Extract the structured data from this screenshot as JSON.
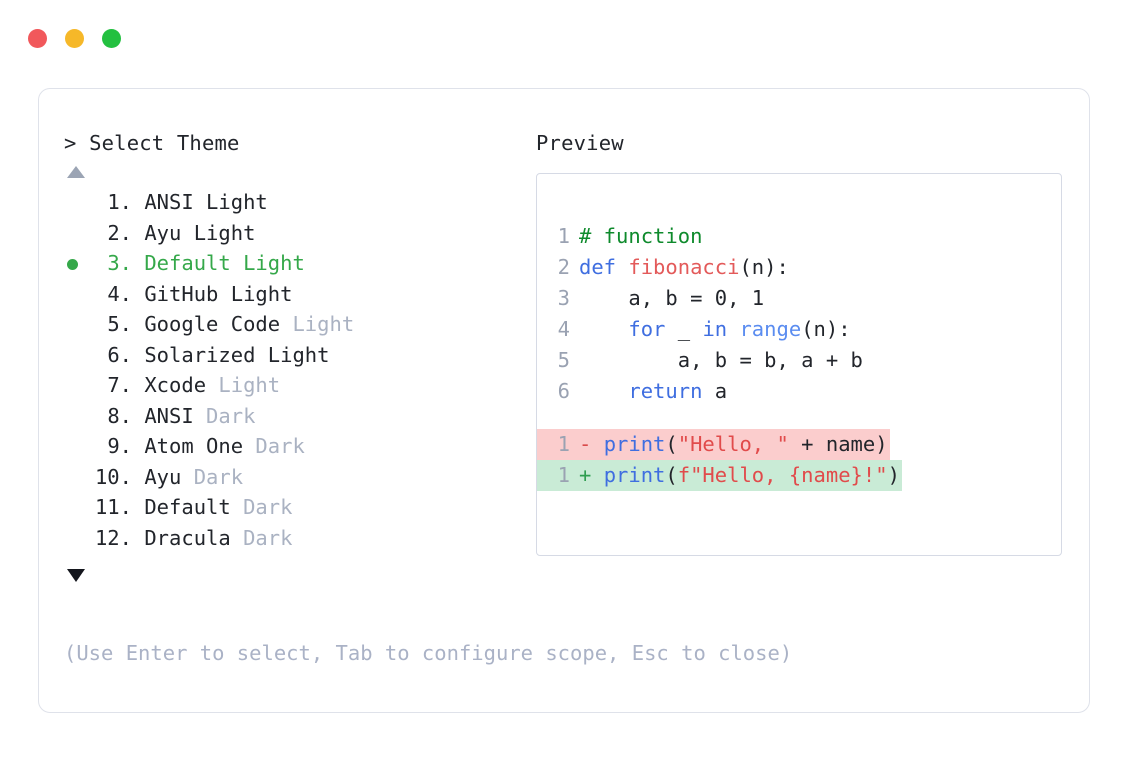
{
  "window": {
    "traffic_lights": [
      {
        "name": "close",
        "color": "#f1585b"
      },
      {
        "name": "minimize",
        "color": "#f6b829"
      },
      {
        "name": "maximize",
        "color": "#23c040"
      }
    ]
  },
  "left": {
    "header": "> Select Theme",
    "scroll_up_icon": "triangle-up-icon",
    "scroll_down_icon": "triangle-down-icon",
    "selected_index": 3,
    "selected_color": "#35a84a",
    "muted_color": "#aab2c2",
    "items": [
      {
        "index": "1.",
        "name": "ANSI",
        "variant": " Light",
        "variant_muted": false
      },
      {
        "index": "2.",
        "name": "Ayu",
        "variant": " Light",
        "variant_muted": false
      },
      {
        "index": "3.",
        "name": "Default",
        "variant": " Light",
        "variant_muted": false
      },
      {
        "index": "4.",
        "name": "GitHub",
        "variant": " Light",
        "variant_muted": false
      },
      {
        "index": "5.",
        "name": "Google Code",
        "variant": " Light",
        "variant_muted": true
      },
      {
        "index": "6.",
        "name": "Solarized",
        "variant": " Light",
        "variant_muted": false
      },
      {
        "index": "7.",
        "name": "Xcode",
        "variant": " Light",
        "variant_muted": true
      },
      {
        "index": "8.",
        "name": "ANSI",
        "variant": " Dark",
        "variant_muted": true
      },
      {
        "index": "9.",
        "name": "Atom One",
        "variant": " Dark",
        "variant_muted": true
      },
      {
        "index": "10.",
        "name": "Ayu",
        "variant": " Dark",
        "variant_muted": true
      },
      {
        "index": "11.",
        "name": "Default",
        "variant": " Dark",
        "variant_muted": true
      },
      {
        "index": "12.",
        "name": "Dracula",
        "variant": " Dark",
        "variant_muted": true
      }
    ]
  },
  "right": {
    "header": "Preview",
    "code": {
      "lines": [
        {
          "ln": "1",
          "tokens": [
            {
              "t": "# function",
              "c": "tok-comment"
            }
          ]
        },
        {
          "ln": "2",
          "tokens": [
            {
              "t": "def ",
              "c": "tok-keyword"
            },
            {
              "t": "fibonacci",
              "c": "tok-func"
            },
            {
              "t": "(n):",
              "c": "tok-plain"
            }
          ]
        },
        {
          "ln": "3",
          "tokens": [
            {
              "t": "    a, b = 0, 1",
              "c": "tok-plain"
            }
          ]
        },
        {
          "ln": "4",
          "tokens": [
            {
              "t": "    ",
              "c": "tok-plain"
            },
            {
              "t": "for",
              "c": "tok-keyword"
            },
            {
              "t": " _ ",
              "c": "tok-plain"
            },
            {
              "t": "in",
              "c": "tok-keyword"
            },
            {
              "t": " ",
              "c": "tok-plain"
            },
            {
              "t": "range",
              "c": "tok-builtin"
            },
            {
              "t": "(n):",
              "c": "tok-plain"
            }
          ]
        },
        {
          "ln": "5",
          "tokens": [
            {
              "t": "        a, b = b, a + b",
              "c": "tok-plain"
            }
          ]
        },
        {
          "ln": "6",
          "tokens": [
            {
              "t": "    ",
              "c": "tok-plain"
            },
            {
              "t": "return",
              "c": "tok-keyword"
            },
            {
              "t": " a",
              "c": "tok-plain"
            }
          ]
        }
      ],
      "diff": [
        {
          "ln": "1",
          "kind": "del",
          "sign": "-",
          "bg": "#fbcdcd",
          "tokens": [
            {
              "t": "print",
              "c": "tok-keyword"
            },
            {
              "t": "(",
              "c": "tok-plain"
            },
            {
              "t": "\"Hello, \"",
              "c": "tok-string"
            },
            {
              "t": " + name)",
              "c": "tok-plain"
            }
          ]
        },
        {
          "ln": "1",
          "kind": "add",
          "sign": "+",
          "bg": "#c9ebd6",
          "tokens": [
            {
              "t": "print",
              "c": "tok-keyword"
            },
            {
              "t": "(",
              "c": "tok-plain"
            },
            {
              "t": "f\"Hello, {name}!\"",
              "c": "tok-string"
            },
            {
              "t": ")",
              "c": "tok-plain"
            }
          ]
        }
      ]
    }
  },
  "footer": {
    "hint": "(Use Enter to select, Tab to configure scope, Esc to close)"
  }
}
